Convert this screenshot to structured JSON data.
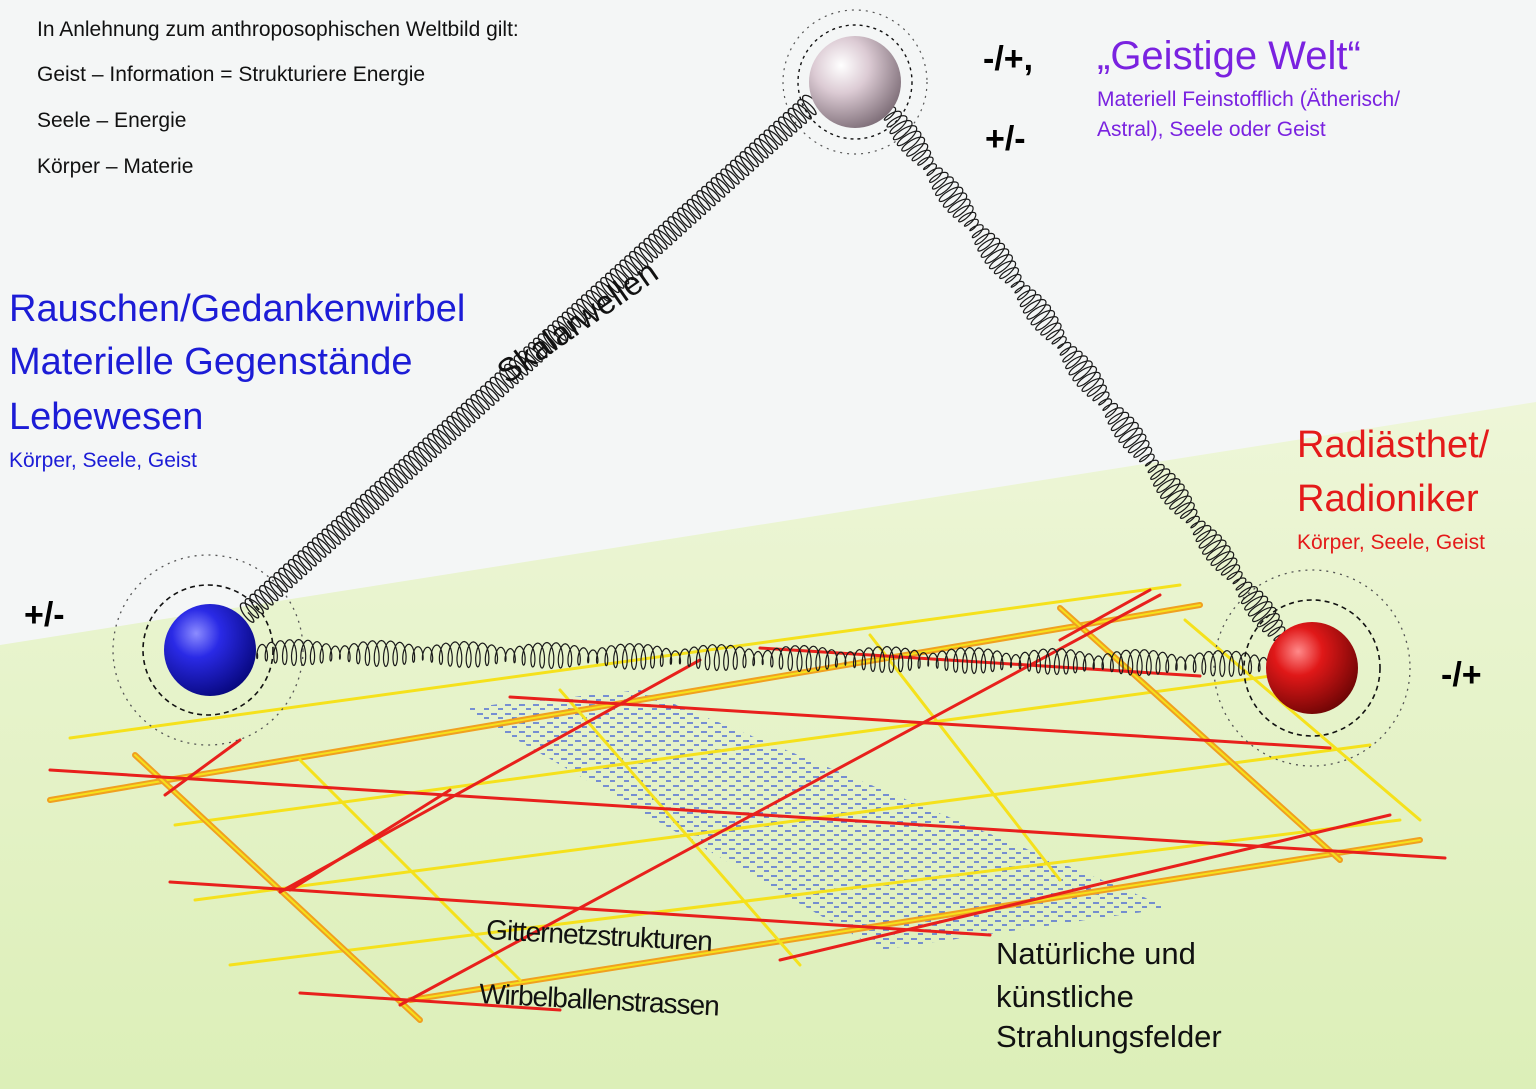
{
  "intro": {
    "line1": "In Anlehnung zum anthroposophischen Weltbild gilt:",
    "line2": "Geist – Information = Strukturiere Energie",
    "line3": "Seele – Energie",
    "line4": "Körper – Materie"
  },
  "left_node": {
    "title_line1": "Rauschen/Gedankenwirbel",
    "title_line2": "Materielle Gegenstände",
    "title_line3": "Lebewesen",
    "subtitle": "Körper, Seele, Geist",
    "polarity": "+/-"
  },
  "top_node": {
    "title": "„Geistige Welt“",
    "subtitle_line1": "Materiell Feinstofflich (Ätherisch/",
    "subtitle_line2": "Astral), Seele oder Geist",
    "polarity_top": "-/+,",
    "polarity_bottom": "+/-"
  },
  "right_node": {
    "title_line1": "Radiästhet/",
    "title_line2": "Radioniker",
    "subtitle": "Körper, Seele, Geist",
    "polarity": "-/+"
  },
  "wave_label": "Skalarwellen",
  "ground": {
    "grid_label": "Gitternetzstrukturen",
    "vortex_label": "Wirbelballenstrassen",
    "fields_line1": "Natürliche und",
    "fields_line2": "künstliche",
    "fields_line3": "Strahlungsfelder"
  },
  "colors": {
    "blue_text": "#1c1cd6",
    "purple_text": "#7a22e0",
    "red_text": "#e41a1a",
    "ground": "#e6f2c4",
    "grid_red": "#e8201c",
    "grid_yellow": "#f5e11c",
    "grid_orange": "#f0a020",
    "sphere_blue": "#1a1ad0",
    "sphere_red": "#d01010",
    "sphere_top": "#d8c8d0"
  }
}
